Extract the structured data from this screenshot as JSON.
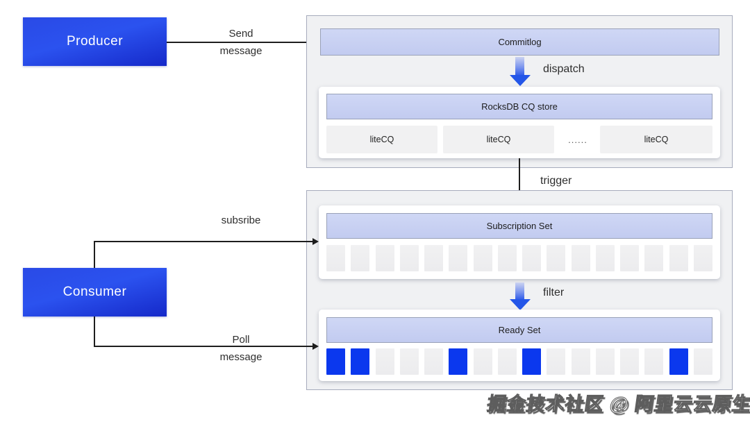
{
  "diagram": {
    "producer_label": "Producer",
    "consumer_label": "Consumer",
    "edges": {
      "send_line1": "Send",
      "send_line2": "message",
      "dispatch": "dispatch",
      "trigger": "trigger",
      "subscribe": "subsribe",
      "filter": "filter",
      "poll_line1": "Poll",
      "poll_line2": "message"
    },
    "store": {
      "commitlog_title": "Commitlog",
      "rocksdb_title": "RocksDB CQ store",
      "litecq_boxes": [
        "liteCQ",
        "liteCQ",
        "liteCQ"
      ],
      "ellipsis": "......"
    },
    "consume": {
      "subscription_title": "Subscription Set",
      "subscription_slots": [
        0,
        0,
        0,
        0,
        0,
        0,
        0,
        0,
        0,
        0,
        0,
        0,
        0,
        0,
        0,
        0
      ],
      "ready_title": "Ready Set",
      "ready_slots": [
        1,
        1,
        0,
        0,
        0,
        1,
        0,
        0,
        1,
        0,
        0,
        0,
        0,
        0,
        1,
        0
      ]
    },
    "watermark": "掘金技术社区 @ 阿里云云原生",
    "colors": {
      "node_blue_start": "#2a4ae6",
      "node_blue_end": "#1529c9",
      "bar_lavender": "#c6cff2",
      "container_gray": "#f0f1f3",
      "slot_gray": "#f0f0f1",
      "slot_blue": "#0b38ee",
      "arrow_blue": "#2456e8"
    }
  }
}
